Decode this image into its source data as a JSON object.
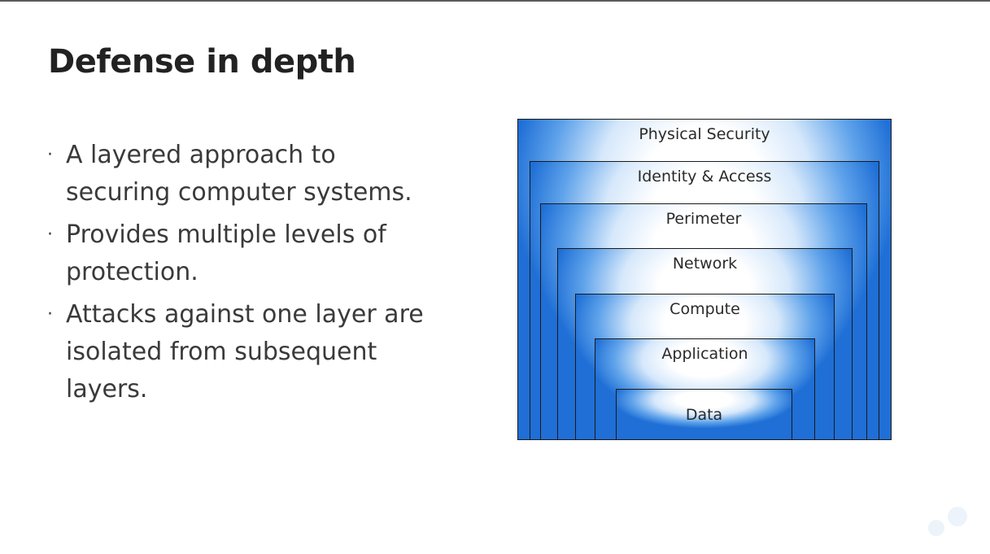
{
  "slide": {
    "title": "Defense in depth",
    "bullets": [
      "A layered approach to securing computer systems.",
      "Provides multiple levels of protection.",
      "Attacks against one layer are isolated from subsequent layers."
    ],
    "bullet_glyph": "·"
  },
  "diagram": {
    "layers": [
      "Physical Security",
      "Identity & Access",
      "Perimeter",
      "Network",
      "Compute",
      "Application",
      "Data"
    ],
    "colors": {
      "edge_blue": "#1f6fd6",
      "center_white": "#ffffff",
      "border": "#1a1a1a"
    }
  }
}
